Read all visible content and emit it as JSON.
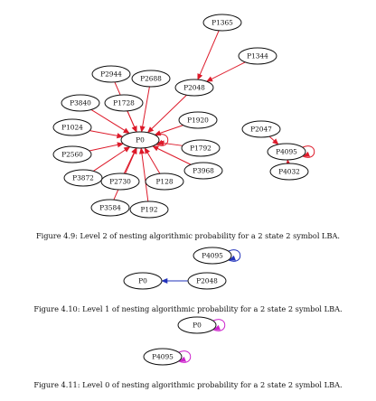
{
  "colors": {
    "red": "#dd1a2a",
    "blue": "#2233bb",
    "magenta": "#cc22cc",
    "node_stroke": "#111111"
  },
  "figures": [
    {
      "caption": "Figure 4.9: Level 2 of nesting algorithmic probability for a 2 state 2 symbol LBA.",
      "edge_color": "red",
      "nodes": [
        {
          "id": "P0",
          "label": "P0",
          "self_loop": true
        },
        {
          "id": "P1365",
          "label": "P1365"
        },
        {
          "id": "P1344",
          "label": "P1344"
        },
        {
          "id": "P2048",
          "label": "P2048"
        },
        {
          "id": "P2944",
          "label": "P2944"
        },
        {
          "id": "P2688",
          "label": "P2688"
        },
        {
          "id": "P1728",
          "label": "P1728"
        },
        {
          "id": "P3840",
          "label": "P3840"
        },
        {
          "id": "P1024",
          "label": "P1024"
        },
        {
          "id": "P1920",
          "label": "P1920"
        },
        {
          "id": "P2560",
          "label": "P2560"
        },
        {
          "id": "P1792",
          "label": "P1792"
        },
        {
          "id": "P3872",
          "label": "P3872"
        },
        {
          "id": "P3968",
          "label": "P3968"
        },
        {
          "id": "P2730",
          "label": "P2730"
        },
        {
          "id": "P128",
          "label": "P128"
        },
        {
          "id": "P3584",
          "label": "P3584"
        },
        {
          "id": "P192",
          "label": "P192"
        },
        {
          "id": "P2047",
          "label": "P2047"
        },
        {
          "id": "P4095",
          "label": "P4095",
          "self_loop": true
        },
        {
          "id": "P4032",
          "label": "P4032"
        }
      ],
      "edges": [
        [
          "P1365",
          "P2048"
        ],
        [
          "P1344",
          "P2048"
        ],
        [
          "P2048",
          "P0"
        ],
        [
          "P2944",
          "P0"
        ],
        [
          "P2688",
          "P0"
        ],
        [
          "P1728",
          "P0"
        ],
        [
          "P3840",
          "P0"
        ],
        [
          "P1024",
          "P0"
        ],
        [
          "P1920",
          "P0"
        ],
        [
          "P2560",
          "P0"
        ],
        [
          "P1792",
          "P0"
        ],
        [
          "P3872",
          "P0"
        ],
        [
          "P3968",
          "P0"
        ],
        [
          "P2730",
          "P0"
        ],
        [
          "P128",
          "P0"
        ],
        [
          "P3584",
          "P0"
        ],
        [
          "P192",
          "P0"
        ],
        [
          "P2047",
          "P4095"
        ],
        [
          "P4032",
          "P4095"
        ]
      ]
    },
    {
      "caption": "Figure 4.10: Level 1 of nesting algorithmic probability for a 2 state 2 symbol LBA.",
      "edge_color": "blue",
      "nodes": [
        {
          "id": "P4095b",
          "label": "P4095",
          "self_loop": true
        },
        {
          "id": "P0b",
          "label": "P0"
        },
        {
          "id": "P2048b",
          "label": "P2048"
        }
      ],
      "edges": [
        [
          "P2048b",
          "P0b"
        ]
      ]
    },
    {
      "caption": "Figure 4.11: Level 0 of nesting algorithmic probability for a 2 state 2 symbol LBA.",
      "edge_color": "magenta",
      "nodes": [
        {
          "id": "P0c",
          "label": "P0",
          "self_loop": true
        },
        {
          "id": "P4095c",
          "label": "P4095",
          "self_loop": true
        }
      ],
      "edges": []
    }
  ]
}
